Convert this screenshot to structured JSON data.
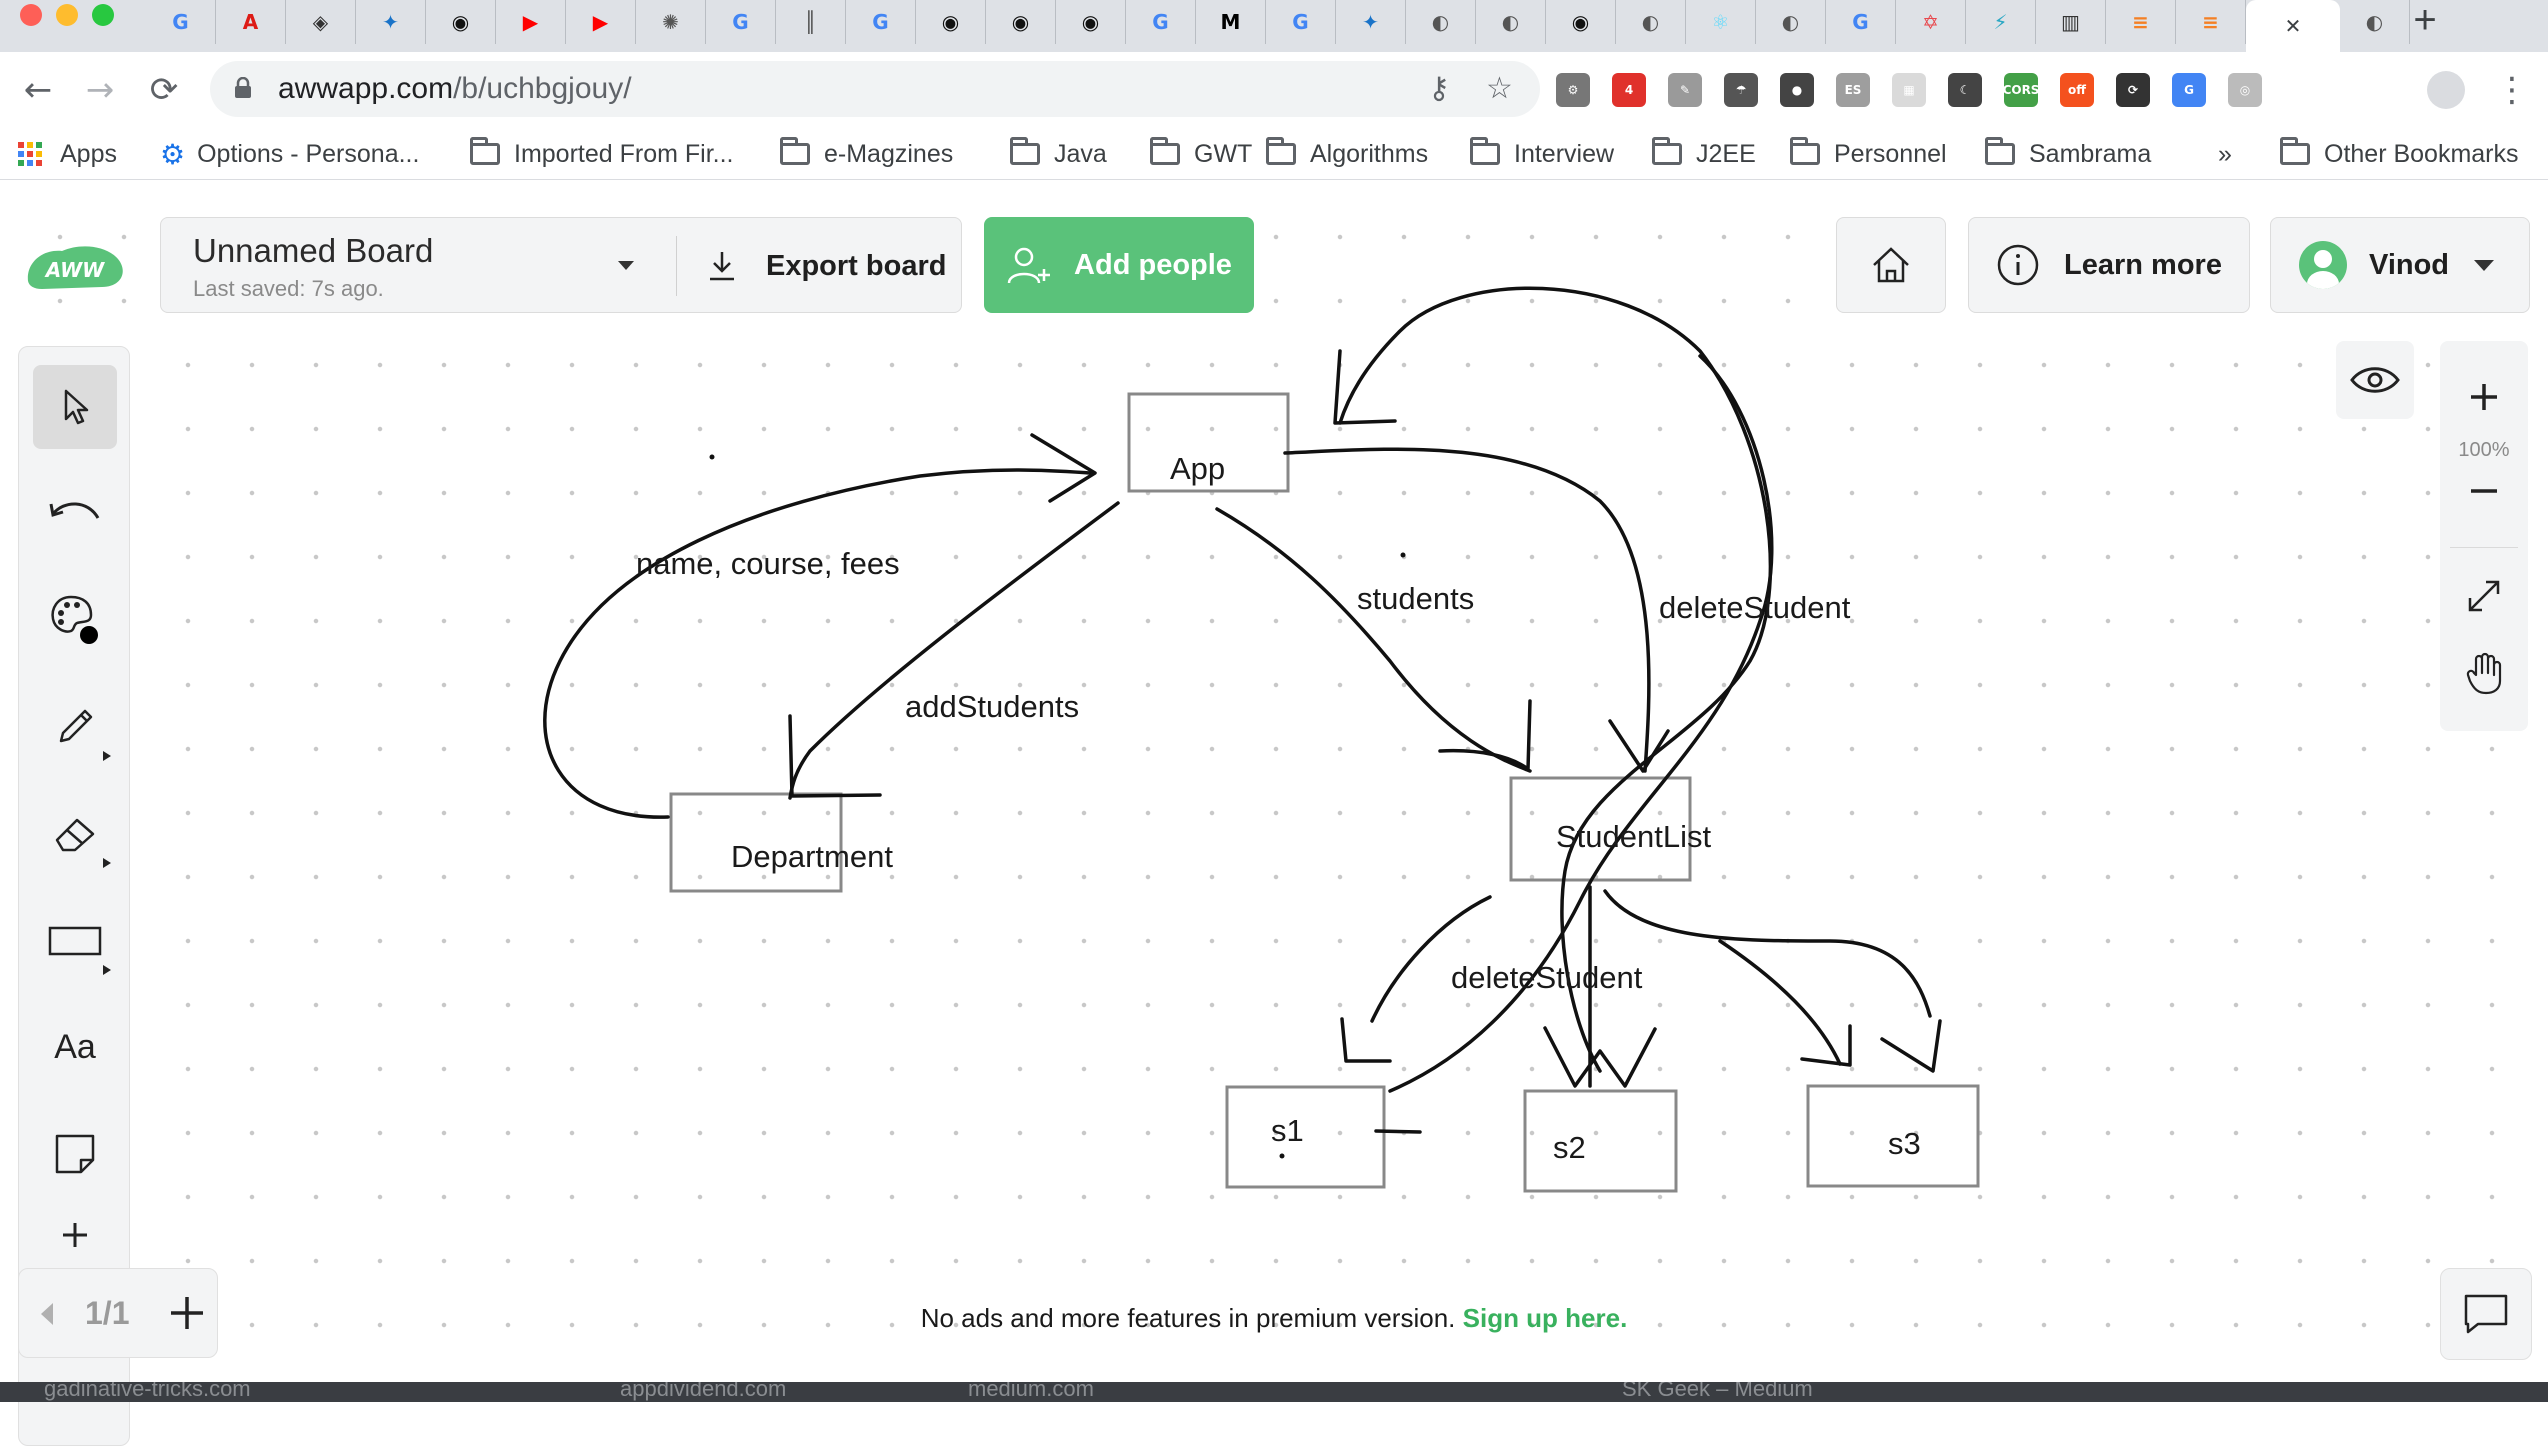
{
  "browser": {
    "tabs": [
      {
        "icon": "google-icon",
        "letter": "G",
        "color": "#4285f4"
      },
      {
        "icon": "angular-icon",
        "letter": "A",
        "color": "#dd1b16"
      },
      {
        "icon": "diamond-icon",
        "letter": "◈",
        "color": "#333333"
      },
      {
        "icon": "bird-icon",
        "letter": "✦",
        "color": "#1a73c8"
      },
      {
        "icon": "github-icon",
        "letter": "◉",
        "color": "#111111"
      },
      {
        "icon": "youtube-icon",
        "letter": "▶",
        "color": "#ff0000"
      },
      {
        "icon": "youtube-icon",
        "letter": "▶",
        "color": "#ff0000"
      },
      {
        "icon": "gear-site-icon",
        "letter": "✺",
        "color": "#555555"
      },
      {
        "icon": "google-icon",
        "letter": "G",
        "color": "#4285f4"
      },
      {
        "icon": "bars-icon",
        "letter": "║",
        "color": "#555555"
      },
      {
        "icon": "google-icon",
        "letter": "G",
        "color": "#4285f4"
      },
      {
        "icon": "github-icon",
        "letter": "◉",
        "color": "#111111"
      },
      {
        "icon": "github-icon",
        "letter": "◉",
        "color": "#111111"
      },
      {
        "icon": "github-icon",
        "letter": "◉",
        "color": "#111111"
      },
      {
        "icon": "google-icon",
        "letter": "G",
        "color": "#4285f4"
      },
      {
        "icon": "medium-icon",
        "letter": "M",
        "color": "#000000"
      },
      {
        "icon": "google-icon",
        "letter": "G",
        "color": "#4285f4"
      },
      {
        "icon": "bird-icon",
        "letter": "✦",
        "color": "#1a73c8"
      },
      {
        "icon": "globe-icon",
        "letter": "◐",
        "color": "#555555"
      },
      {
        "icon": "globe-icon",
        "letter": "◐",
        "color": "#555555"
      },
      {
        "icon": "github-icon",
        "letter": "◉",
        "color": "#111111"
      },
      {
        "icon": "globe-icon",
        "letter": "◐",
        "color": "#555555"
      },
      {
        "icon": "react-icon",
        "letter": "⚛",
        "color": "#61dafb"
      },
      {
        "icon": "globe-icon",
        "letter": "◐",
        "color": "#555555"
      },
      {
        "icon": "google-icon",
        "letter": "G",
        "color": "#4285f4"
      },
      {
        "icon": "react-icon",
        "letter": "✡",
        "color": "#e8474c"
      },
      {
        "icon": "lightning-icon",
        "letter": "⚡",
        "color": "#2aa7c4"
      },
      {
        "icon": "book-icon",
        "letter": "▥",
        "color": "#333333"
      },
      {
        "icon": "stackoverflow-icon",
        "letter": "≡",
        "color": "#f48024"
      },
      {
        "icon": "stackoverflow-icon",
        "letter": "≡",
        "color": "#f48024"
      },
      {
        "icon": "close-icon",
        "letter": "✕",
        "color": "#3c4043",
        "active": true
      },
      {
        "icon": "globe-icon",
        "letter": "◐",
        "color": "#555555"
      }
    ],
    "url_host": "awwapp.com",
    "url_path": "/b/uchbgjouy/",
    "extensions": [
      {
        "icon": "gear-extension-icon",
        "label": "⚙",
        "color": "#777777"
      },
      {
        "icon": "shield-extension-icon",
        "label": "4",
        "color": "#e0312b"
      },
      {
        "icon": "note-extension-icon",
        "label": "✎",
        "color": "#9a9a9a"
      },
      {
        "icon": "umbrella-extension-icon",
        "label": "☂",
        "color": "#555555"
      },
      {
        "icon": "circle-extension-icon",
        "label": "●",
        "color": "#444444"
      },
      {
        "icon": "es-extension-icon",
        "label": "ES",
        "color": "#9e9e9e"
      },
      {
        "icon": "grid-extension-icon",
        "label": "▦",
        "color": "#dadada"
      },
      {
        "icon": "moon-extension-icon",
        "label": "☾",
        "color": "#444444"
      },
      {
        "icon": "cors-extension-icon",
        "label": "CORS",
        "color": "#43a047"
      },
      {
        "icon": "off-extension-icon",
        "label": "off",
        "color": "#f4511e"
      },
      {
        "icon": "refresh-extension-icon",
        "label": "⟳",
        "color": "#333333"
      },
      {
        "icon": "translate-extension-icon",
        "label": "G",
        "color": "#4285f4"
      },
      {
        "icon": "target-extension-icon",
        "label": "◎",
        "color": "#bbbbbb"
      }
    ],
    "bookmarks": [
      {
        "label": "Apps",
        "kind": "apps"
      },
      {
        "label": "Options - Persona...",
        "kind": "gear"
      },
      {
        "label": "Imported From Fir...",
        "kind": "folder"
      },
      {
        "label": "e-Magzines",
        "kind": "folder"
      },
      {
        "label": "Java",
        "kind": "folder"
      },
      {
        "label": "GWT",
        "kind": "folder"
      },
      {
        "label": "Algorithms",
        "kind": "folder"
      },
      {
        "label": "Interview",
        "kind": "folder"
      },
      {
        "label": "J2EE",
        "kind": "folder"
      },
      {
        "label": "Personnel",
        "kind": "folder"
      },
      {
        "label": "Sambrama",
        "kind": "folder"
      }
    ],
    "more_bookmarks": "»",
    "other_bookmarks": "Other Bookmarks",
    "bottom_strip": [
      "gadinative-tricks.com",
      "appdividend.com",
      "medium.com",
      "SK Geek – Medium"
    ]
  },
  "app": {
    "logo_text": "AWW",
    "board_name": "Unnamed Board",
    "last_saved": "Last saved: 7s ago.",
    "export_label": "Export board",
    "add_people_label": "Add people",
    "learn_more_label": "Learn more",
    "user_name": "Vinod",
    "zoom_level": "100%",
    "text_tool_label": "Aa",
    "page_count": "1/1",
    "premium_text": "No ads and more features in premium version.",
    "premium_link": "Sign up here.",
    "colors": {
      "accent": "#5ac27a",
      "link": "#39b15e",
      "panel": "#f3f4f5"
    }
  },
  "diagram": {
    "nodes": [
      {
        "id": "app",
        "label": "App"
      },
      {
        "id": "department",
        "label": "Department"
      },
      {
        "id": "studentlist",
        "label": "StudentList"
      },
      {
        "id": "s1",
        "label": "s1"
      },
      {
        "id": "s2",
        "label": "s2"
      },
      {
        "id": "s3",
        "label": "s3"
      }
    ],
    "edge_labels": {
      "name_course_fees": "name, course, fees",
      "add_students": "addStudents",
      "students": "students",
      "delete_student_top": "deleteStudent",
      "delete_student_bottom": "deleteStudent"
    }
  }
}
